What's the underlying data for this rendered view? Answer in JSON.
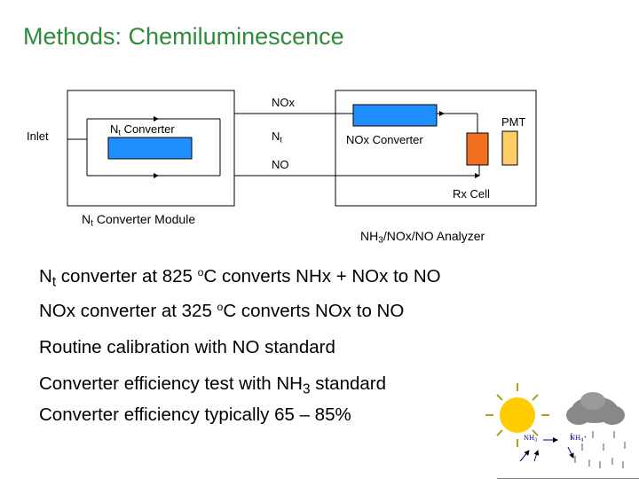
{
  "title": "Methods: Chemiluminescence",
  "diagram": {
    "nox_label": "NOx",
    "inlet_label": "Inlet",
    "nt_converter_label_main": "N",
    "nt_converter_label_sub": "t",
    "nt_converter_label_rest": " Converter",
    "nt_label_main": "N",
    "nt_label_sub": "t",
    "nox_converter_label": "NOx Converter",
    "pmt_label": "PMT",
    "no_label": "NO",
    "rx_cell_label": "Rx Cell",
    "module_label_main": "N",
    "module_label_sub": "t",
    "module_label_rest": " Converter Module",
    "analyzer_label_pre": "NH",
    "analyzer_label_sub": "3",
    "analyzer_label_rest": "/NOx/NO Analyzer"
  },
  "bullets": {
    "line1_pre": "N",
    "line1_sub": "t",
    "line1_mid": " converter at 825 ",
    "line1_deg": "o",
    "line1_post": "C converts NHx + NOx to NO",
    "line2_pre": "NOx converter at 325 ",
    "line2_deg": "o",
    "line2_post": "C converts NOx to NO",
    "line3": "Routine calibration with NO standard",
    "line4_pre": "Converter efficiency test with NH",
    "line4_sub": "3",
    "line4_post": " standard",
    "line5": "Converter efficiency typically 65 – 85%"
  },
  "illustration": {
    "nh3_pre": "NH",
    "nh3_sub": "3",
    "nh4_pre": "NH",
    "nh4_sub": "4",
    "nh4_sup": "+"
  },
  "colors": {
    "title": "#2e8b3a",
    "converter_fill": "#1f8fff",
    "pmt_fill": "#ffcc66",
    "rx_cell_fill": "#f07020",
    "sun": "#ffcc00",
    "cloud": "#888888",
    "text_small": "#000080"
  }
}
